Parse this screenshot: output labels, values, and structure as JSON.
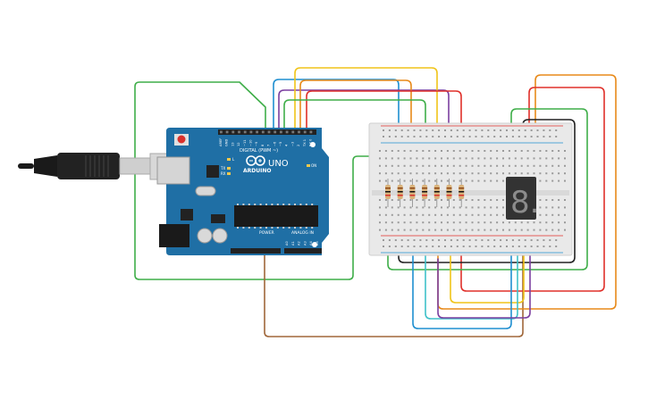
{
  "board": {
    "brand": "ARDUINO",
    "model": "UNO",
    "digital_label": "DIGITAL (PWM ~)",
    "power_label": "POWER",
    "analog_label": "ANALOG IN",
    "header_pins": [
      "AREF",
      "GND",
      "13",
      "12",
      "~11",
      "~10",
      "~9",
      "8",
      "7",
      "~6",
      "~5",
      "4",
      "~3",
      "2",
      "TX 1",
      "RX 0"
    ],
    "tx_label": "TX",
    "rx_label": "RX",
    "on_label": "ON",
    "l_label": "L",
    "analog_pins": [
      "A0",
      "A1",
      "A2",
      "A3",
      "A4",
      "A5"
    ]
  },
  "display": {
    "digit": "8."
  },
  "colors": {
    "board": "#1f6fa5",
    "wire_green": "#3fae49",
    "wire_blue": "#1f8fd0",
    "wire_purple": "#7b3fa0",
    "wire_orange": "#e88a1a",
    "wire_yellow": "#f0c419",
    "wire_red": "#e0302a",
    "wire_teal": "#3fc1c9",
    "wire_brown": "#a0673a",
    "wire_black": "#222222"
  },
  "icons": [
    "usb-cable-icon",
    "resistor-icon",
    "seven-segment-display-icon"
  ]
}
